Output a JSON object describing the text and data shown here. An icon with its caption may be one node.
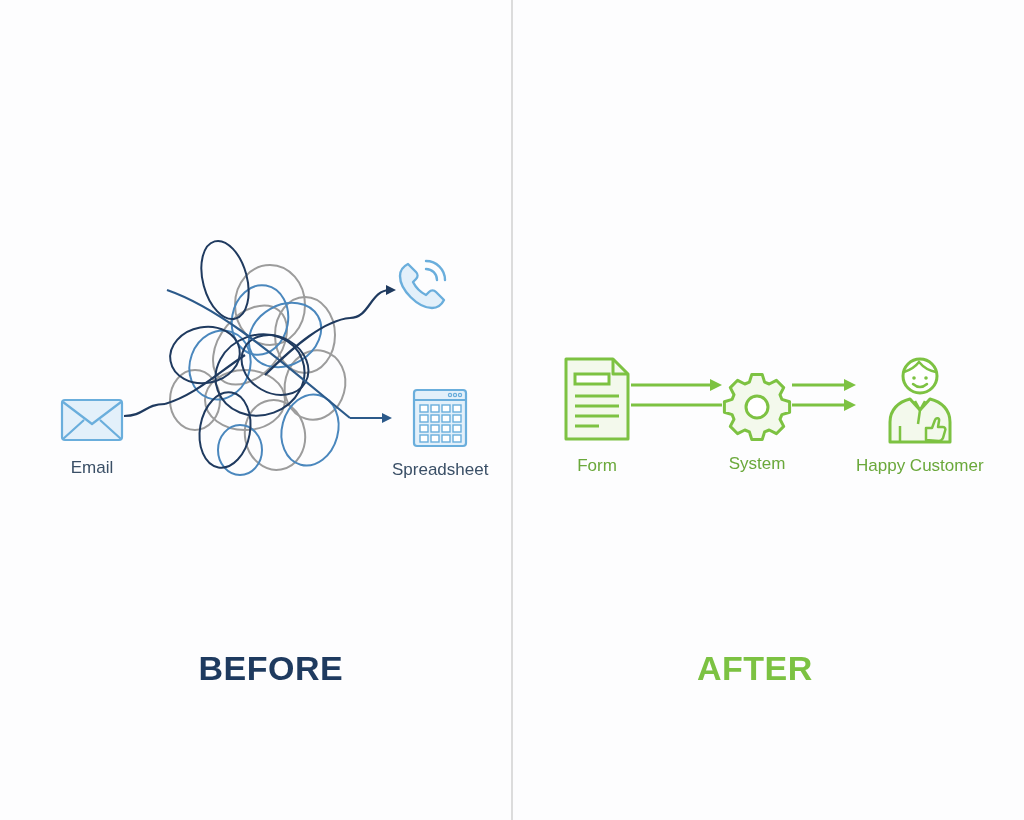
{
  "diagram": {
    "nodes": [
      {
        "text": [
          "Email"
        ]
      },
      {
        "text": [],
        "shape": "picture"
      },
      {
        "text": [],
        "shape": "picture"
      },
      {
        "text": [
          "Spreadsheet"
        ]
      },
      {
        "text": [
          "Form"
        ]
      },
      {
        "text": [
          "System"
        ]
      },
      {
        "text": [
          "Happy Customer"
        ]
      }
    ],
    "edges": [
      {
        "from": 0,
        "to": 1,
        "arrow": "none",
        "color": "#1f3a5f"
      },
      {
        "from": 1,
        "to": 2,
        "arrow": "to",
        "color": "#1f3a5f"
      },
      {
        "from": 1,
        "to": 3,
        "arrow": "to",
        "color": "#2c5a8a"
      },
      {
        "from": 4,
        "to": 5,
        "arrow": "to"
      },
      {
        "from": 4,
        "to": 5,
        "arrow": "none"
      },
      {
        "from": 5,
        "to": 6,
        "arrow": "to"
      },
      {
        "from": 5,
        "to": 6,
        "arrow": "to"
      }
    ],
    "labels": [
      "BEFORE",
      "AFTER"
    ]
  }
}
